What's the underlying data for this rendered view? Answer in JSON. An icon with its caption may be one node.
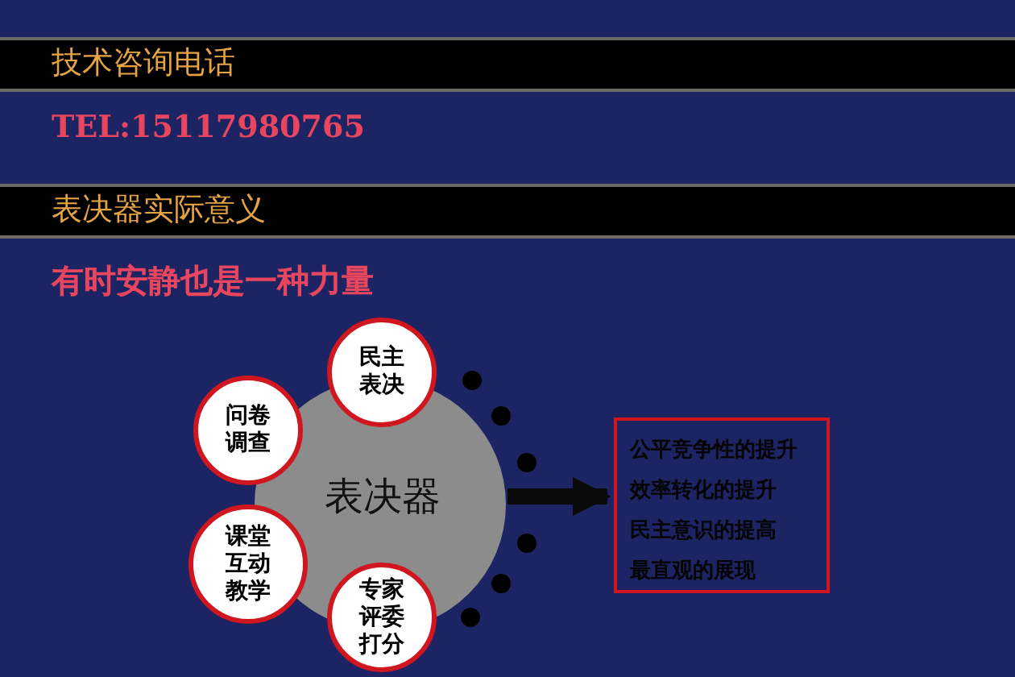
{
  "diagram": {
    "nodes": [
      {
        "text": [
          "技术咨询电话"
        ]
      },
      {
        "text": [
          "表决器实际意义"
        ]
      },
      {
        "text": [
          "表决器"
        ]
      },
      {
        "text": [
          "民主表决"
        ]
      },
      {
        "text": [
          "问卷调查"
        ]
      },
      {
        "text": [
          "课堂互动教学"
        ]
      },
      {
        "text": [
          "专家评委打分"
        ]
      },
      {
        "text": [
          "公平竞争性的提升",
          "效率转化的提升",
          "民主意识的提高",
          "最直观的展现"
        ]
      }
    ],
    "edges": [
      {
        "from": 2,
        "to": 7,
        "arrow": "to"
      }
    ],
    "labels": [
      "TEL:15117980765",
      "有时安静也是一种力量"
    ]
  }
}
